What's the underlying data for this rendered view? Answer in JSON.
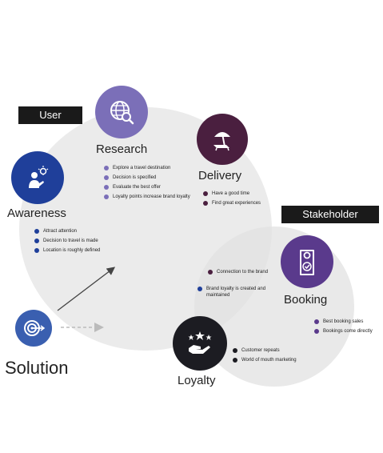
{
  "colors": {
    "research": "#7b6fb8",
    "delivery": "#4a1f3f",
    "awareness": "#1f3f9a",
    "booking": "#5a3a8c",
    "loyalty": "#1c1c22",
    "solution": "#3a5fb0",
    "arrow": "#444444",
    "dashed_arrow": "#bbbbbb"
  },
  "labels": {
    "user": "User",
    "stakeholder": "Stakeholder"
  },
  "nodes": {
    "research": {
      "title": "Research",
      "icon": "globe-search-icon",
      "bullets": [
        "Explore a travel destination",
        "Decision is specified",
        "Evaluate the best offer",
        "Loyalty points increase brand loyalty"
      ]
    },
    "delivery": {
      "title": "Delivery",
      "icon": "beach-umbrella-icon",
      "bullets": [
        "Have a good time",
        "Find great experiences"
      ]
    },
    "awareness": {
      "title": "Awareness",
      "icon": "person-idea-icon",
      "bullets": [
        "Attract attention",
        "Decision to travel is made",
        "Location is roughly defined"
      ]
    },
    "booking": {
      "title": "Booking",
      "icon": "door-hanger-icon",
      "bullets": [
        "Best booking sales",
        "Bookings come directly"
      ]
    },
    "loyalty": {
      "title": "Loyalty",
      "icon": "stars-hand-icon",
      "bullets": [
        "Customer repeats",
        "World of mouth marketing"
      ]
    },
    "solution": {
      "title": "Solution",
      "icon": "target-icon"
    }
  },
  "overlap": {
    "connection": "Connection to the brand",
    "brand_loyalty": "Brand loyalty is created and maintained"
  }
}
